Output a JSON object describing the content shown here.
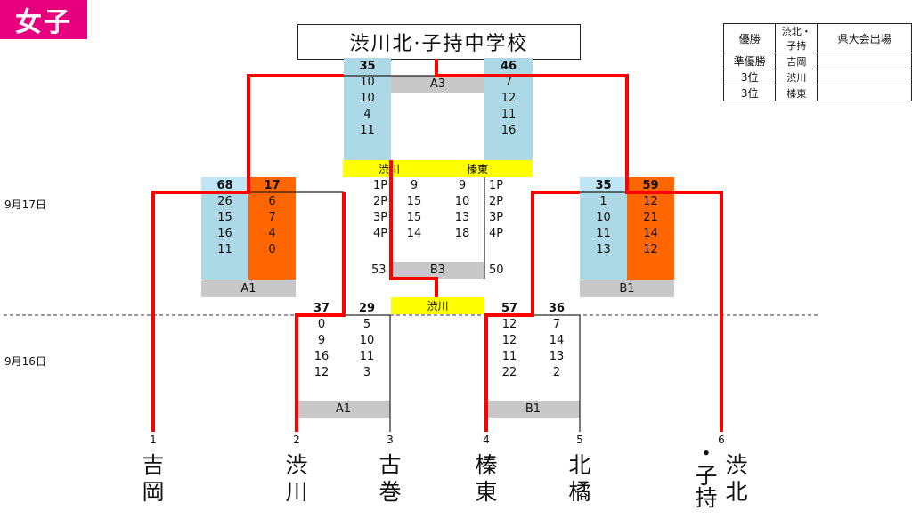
{
  "category_tag": "女子",
  "title": "渋川北·子持中学校",
  "results_table": [
    [
      "優勝",
      "渋北・子持",
      "県大会出場"
    ],
    [
      "準優勝",
      "吉岡",
      ""
    ],
    [
      "3位",
      "渋川",
      ""
    ],
    [
      "3位",
      "榛東",
      ""
    ]
  ],
  "dates": {
    "day17": "9月17日",
    "day16": "9月16日"
  },
  "game_labels": {
    "a3": "A3",
    "a1_upper": "A1",
    "b1_upper": "B1",
    "b3": "B3",
    "a1_lower": "A1",
    "b1_lower": "B1"
  },
  "final": {
    "left": {
      "total": "35",
      "periods": [
        "10",
        "10",
        "4",
        "11"
      ]
    },
    "right": {
      "total": "46",
      "periods": [
        "7",
        "12",
        "11",
        "16"
      ]
    }
  },
  "final_teams_banner": {
    "left": "渋川",
    "right": "榛東"
  },
  "semi_a": {
    "left": {
      "total": "68",
      "periods": [
        "26",
        "15",
        "16",
        "11"
      ]
    },
    "right": {
      "total": "17",
      "periods": [
        "6",
        "7",
        "4",
        "0"
      ]
    }
  },
  "semi_b": {
    "left": {
      "total": "35",
      "periods": [
        "1",
        "10",
        "11",
        "13"
      ]
    },
    "right": {
      "total": "59",
      "periods": [
        "12",
        "21",
        "14",
        "12"
      ]
    }
  },
  "b3_game": {
    "left": [
      "9",
      "15",
      "15",
      "14"
    ],
    "right": [
      "9",
      "10",
      "13",
      "18"
    ],
    "period_labels": [
      "1P",
      "2P",
      "3P",
      "4P"
    ],
    "left_total": "53",
    "right_total": "50"
  },
  "b3_winner": "渋川",
  "r1_a": {
    "left": {
      "total": "37",
      "periods": [
        "0",
        "9",
        "16",
        "12"
      ]
    },
    "right": {
      "total": "29",
      "periods": [
        "5",
        "10",
        "11",
        "3"
      ]
    }
  },
  "r1_b": {
    "left": {
      "total": "57",
      "periods": [
        "12",
        "12",
        "11",
        "22"
      ]
    },
    "right": {
      "total": "36",
      "periods": [
        "7",
        "14",
        "13",
        "2"
      ]
    }
  },
  "teams": [
    {
      "num": "1",
      "name": [
        "吉",
        "岡"
      ]
    },
    {
      "num": "2",
      "name": [
        "渋",
        "川"
      ]
    },
    {
      "num": "3",
      "name": [
        "古",
        "巻"
      ]
    },
    {
      "num": "4",
      "name": [
        "榛",
        "東"
      ]
    },
    {
      "num": "5",
      "name": [
        "北",
        "橘"
      ]
    },
    {
      "num": "6",
      "name_col1": [
        "・",
        "子",
        "持"
      ],
      "name_col2": [
        "渋",
        "北"
      ]
    }
  ],
  "colors": {
    "tag": "#e6007e",
    "blue": "#add8e6",
    "light_blue": "#bfe6f7",
    "orange": "#ff6600",
    "yellow": "#ffff00",
    "gray": "#c8c8c8",
    "red": "#ff0000"
  }
}
